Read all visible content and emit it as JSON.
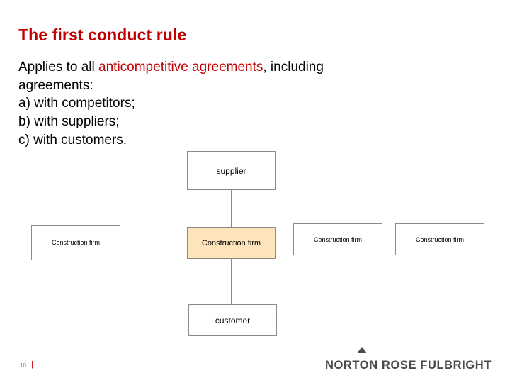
{
  "slide": {
    "title": "The first conduct rule",
    "body": {
      "lead_prefix": "Applies to ",
      "lead_all": "all",
      "lead_red": " anticompetitive agreements",
      "lead_suffix": ", including",
      "lead_line2": "agreements:",
      "items": [
        "a)  with competitors;",
        "b)  with suppliers;",
        "c)  with customers."
      ]
    },
    "diagram": {
      "nodes": [
        {
          "id": "supplier",
          "label": "supplier"
        },
        {
          "id": "firm-left",
          "label": "Construction firm"
        },
        {
          "id": "firm-center",
          "label": "Construction firm"
        },
        {
          "id": "firm-right-1",
          "label": "Construction firm"
        },
        {
          "id": "firm-right-2",
          "label": "Construction firm"
        },
        {
          "id": "customer",
          "label": "customer"
        }
      ],
      "highlight_color": "#fde4bb",
      "line_color": "#8a8a8a"
    },
    "footer": {
      "page_number": "10",
      "page_bar": "|",
      "brand": "NORTON ROSE FULBRIGHT"
    }
  }
}
